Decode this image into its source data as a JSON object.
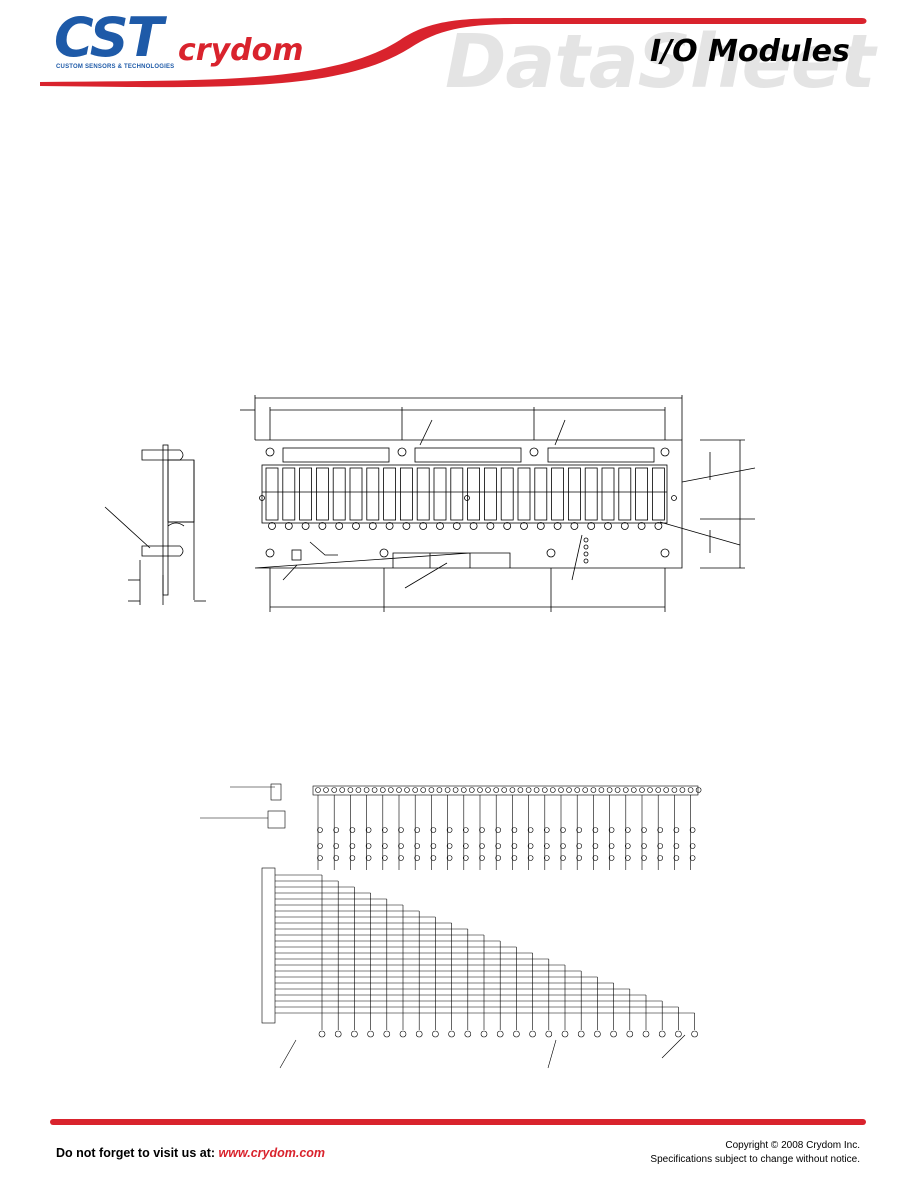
{
  "header": {
    "logo_text": "CST",
    "logo_subtitle": "CUSTOM SENSORS & TECHNOLOGIES",
    "brand": "crydom",
    "watermark": "DataSheet",
    "title": "I/O Modules",
    "accent_color": "#d9232d",
    "logo_color": "#1e5aa8"
  },
  "footer": {
    "visit_text": "Do not forget to visit us at:",
    "url": "www.crydom.com",
    "copyright": "Copyright © 2008 Crydom Inc.",
    "notice": "Specifications subject to change without notice."
  }
}
